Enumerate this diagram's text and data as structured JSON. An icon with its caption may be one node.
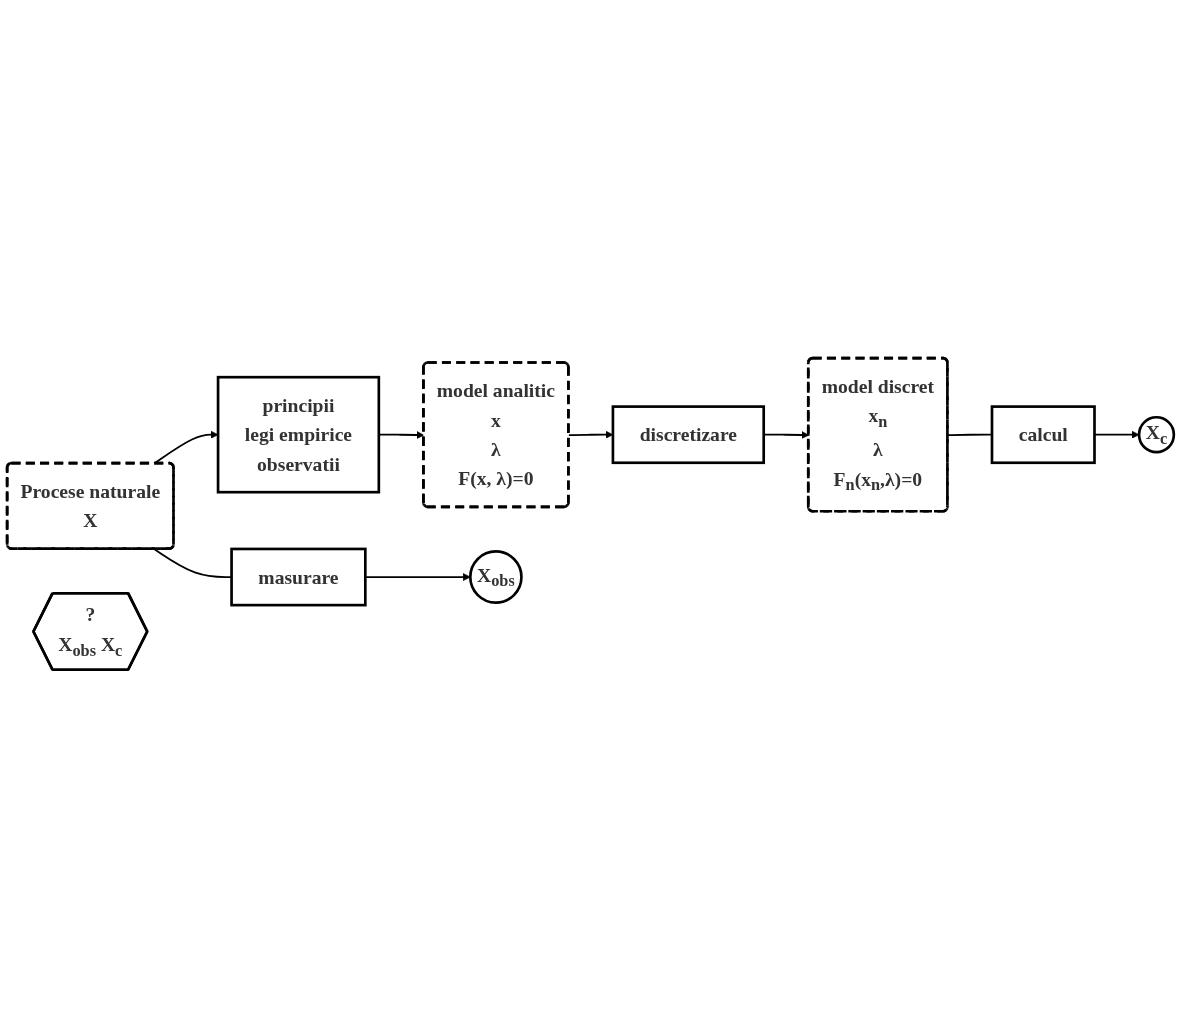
{
  "diagram": {
    "nodes": [
      {
        "text": [
          "Procese naturale",
          "X"
        ]
      },
      {
        "text": [
          "principii",
          "legi empirice",
          "observatii"
        ]
      },
      {
        "text": [
          "model analitic",
          "x",
          "λ",
          "F(x, λ)=0"
        ]
      },
      {
        "text": [
          "discretizare"
        ]
      },
      {
        "text": [
          "model discret",
          "x$_{n}$",
          "λ",
          "F$_{n}$(x$_{n}$,λ)=0"
        ]
      },
      {
        "text": [
          "masurare"
        ]
      },
      {
        "text": [
          "X$_{obs}$"
        ]
      },
      {
        "text": [
          "?",
          "X$_{obs}$ X$_{c}$"
        ]
      },
      {
        "text": [
          "X$_{c}$"
        ]
      },
      {
        "text": [
          "calcul"
        ]
      }
    ],
    "edges": [
      {
        "from": 0,
        "to": 1,
        "arrow": "to"
      },
      {
        "from": 1,
        "to": 2,
        "arrow": "to"
      },
      {
        "from": 2,
        "to": 3,
        "arrow": "to"
      },
      {
        "from": 3,
        "to": 4,
        "arrow": "to"
      },
      {
        "from": 0,
        "to": 5,
        "arrow": "none"
      },
      {
        "from": 5,
        "to": 6,
        "arrow": "to"
      },
      {
        "from": 4,
        "to": 9,
        "arrow": "none"
      },
      {
        "from": 9,
        "to": 8,
        "arrow": "to"
      }
    ]
  }
}
